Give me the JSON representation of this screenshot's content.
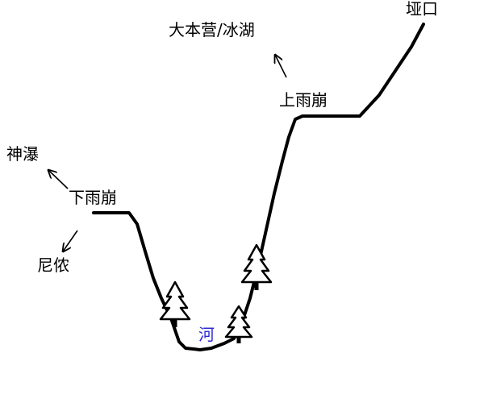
{
  "labels": {
    "yakou": "垭口",
    "dabenying": "大本营/冰湖",
    "shangyubeng": "上雨崩",
    "shenpu": "神瀑",
    "xiayubeng": "下雨崩",
    "niyi": "尼侬",
    "river": "河"
  },
  "colors": {
    "line": "#000000",
    "river_label": "#2b2bd6"
  },
  "icons": [
    "tree-icon",
    "arrow-icon"
  ]
}
